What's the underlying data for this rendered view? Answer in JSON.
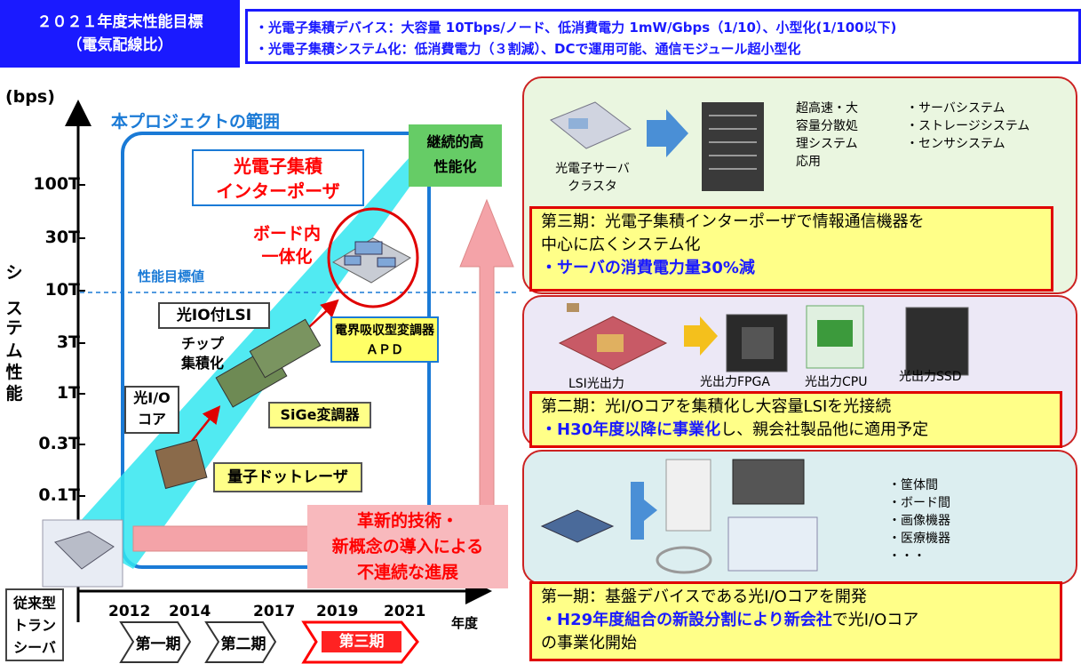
{
  "header": {
    "left_line1": "２０２１年度末性能目標",
    "left_line2": "（電気配線比）",
    "right_line1": "・光電子集積デバイス：大容量 10Tbps/ノード、低消費電力 1mW/Gbps（1/10）、小型化(1/100以下)",
    "right_line2": "・光電子集積システム化：低消費電力（３割減）、DCで運用可能、通信モジュール超小型化"
  },
  "chart": {
    "y_unit": "(bps)",
    "y_ticks": [
      "100T",
      "30T",
      "10T",
      "3T",
      "1T",
      "0.3T",
      "0.1T"
    ],
    "y_axis_label": [
      "シ",
      "ス",
      "テ",
      "ム",
      "性",
      "能"
    ],
    "x_ticks": [
      "2012",
      "2014",
      "2017",
      "2019",
      "2021"
    ],
    "x_unit": "年度",
    "project_scope": "本プロジェクトの範囲",
    "target_line_label": "性能目標値",
    "interposer_line1": "光電子集積",
    "interposer_line2": "インターポーザ",
    "continuous_line1": "継続的高",
    "continuous_line2": "性能化",
    "board_line1": "ボード内",
    "board_line2": "一体化",
    "lsi_label": "光IO付LSI",
    "chip_int_line1": "チップ",
    "chip_int_line2": "集積化",
    "core_line1": "光I/O",
    "core_line2": "コア",
    "sige_label": "SiGe変調器",
    "laser_label": "量子ドットレーザ",
    "eam_line1": "電界吸収型変調器",
    "eam_line2": "ＡＰＤ",
    "innov_line1": "革新的技術・",
    "innov_line2": "新概念の導入による",
    "innov_line3": "不連続な進展",
    "legacy_line1": "従来型",
    "legacy_line2": "トラン",
    "legacy_line3": "シーバ",
    "phase1": "第一期",
    "phase2": "第二期",
    "phase3": "第三期"
  },
  "panel3": {
    "server_caption_line1": "光電子サーバ",
    "server_caption_line2": "クラスタ",
    "desc_line1": "超高速・大",
    "desc_line2": "容量分散処",
    "desc_line3": "理システム",
    "desc_line4": "応用",
    "items": [
      "・サーバシステム",
      "・ストレージシステム",
      "・センサシステム"
    ],
    "phase_line1": "第三期：光電子集積インターポーザで情報通信機器を",
    "phase_line2": "中心に広くシステム化",
    "phase_line3": "・サーバの消費電力量30%減"
  },
  "panel2": {
    "labels": [
      "LSI光出力",
      "光出力FPGA",
      "光出力CPU",
      "光出力SSD"
    ],
    "phase_line1": "第二期：光I/Oコアを集積化し大容量LSIを光接続",
    "phase_line2_blue": "・H30年度以降に事業化",
    "phase_line2_rest": "し、親会社製品他に適用予定"
  },
  "panel1": {
    "items": [
      "・筐体間",
      "・ボード間",
      "・画像機器",
      "・医療機器",
      "・・・"
    ],
    "phase_line1": "第一期：基盤デバイスである光I/Oコアを開発",
    "phase_line2_blue": "・H29年度組合の新設分割により新会社",
    "phase_line2_rest": "で光I/Oコア",
    "phase_line3": "の事業化開始"
  },
  "colors": {
    "header_blue": "#1a1aff",
    "accent_red": "#e00000",
    "phase_yellow": "#ffff88",
    "cyan_band": "#33e6f0",
    "pink_arrow": "#f4a3a8"
  }
}
